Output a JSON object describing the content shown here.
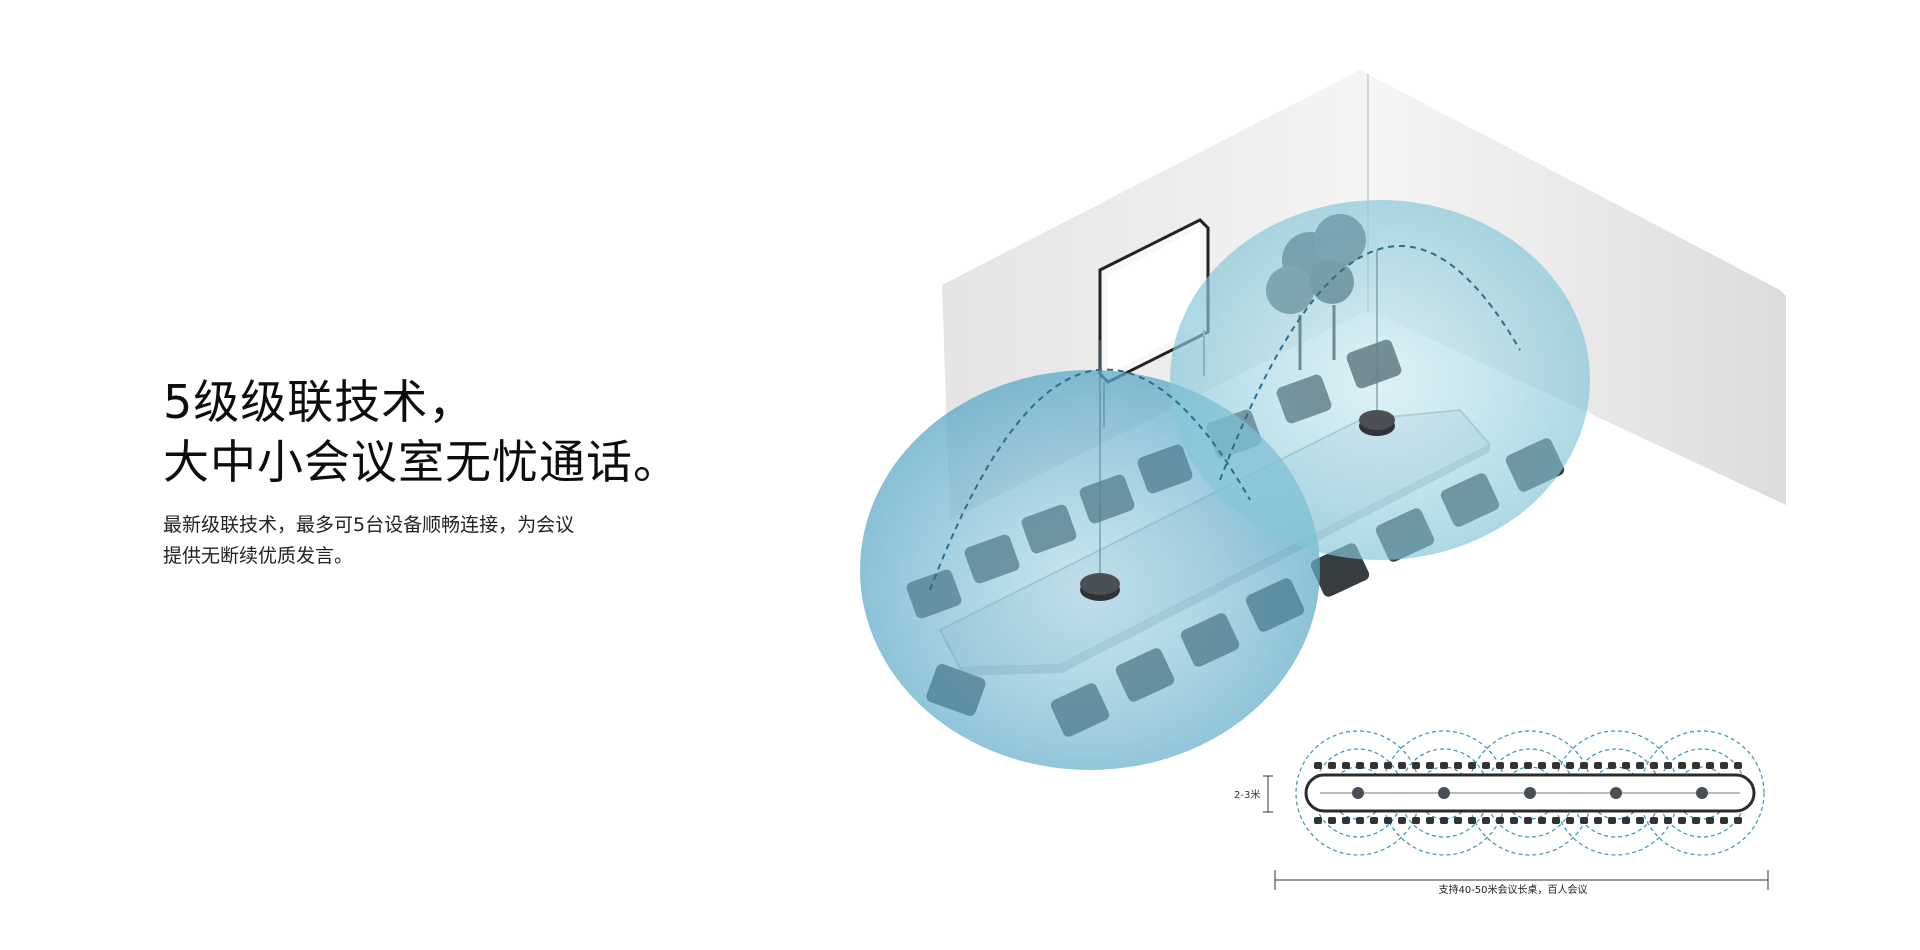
{
  "headline": {
    "line1": "5级级联技术，",
    "line2": "大中小会议室无忧通话。"
  },
  "description": {
    "line1": "最新级联技术，最多可5台设备顺畅连接，为会议",
    "line2": "提供无断续优质发言。"
  },
  "diagram": {
    "height_label": "2-3米",
    "length_label": "支持40-50米会议长桌，百人会议",
    "device_count": 5
  },
  "colors": {
    "coverage": "#7fc3d6",
    "coverage_dark": "#5aa7c6",
    "wall": "#ececec",
    "table": "#e9eef3",
    "chair": "#3f4448",
    "dashed": "#2d6d8c"
  }
}
